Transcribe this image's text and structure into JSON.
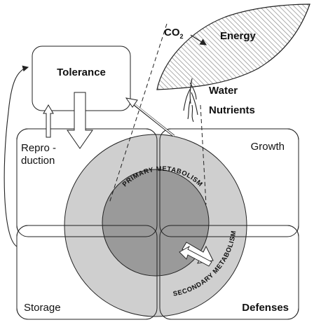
{
  "diagram": {
    "energy": "Energy",
    "co2": {
      "base": "CO",
      "sub": "2"
    },
    "water": "Water",
    "nutrients": "Nutrients",
    "tolerance": "Tolerance",
    "reproduction": {
      "line1": "Repro -",
      "line2": "duction"
    },
    "growth": "Growth",
    "storage": "Storage",
    "defenses": "Defenses",
    "primary_metabolism": "PRIMARY METABOLISM",
    "secondary_metabolism": "SECONDARY METABOLISM"
  },
  "colors": {
    "outer_circle": "#cfcfcf",
    "inner_circle": "#9a9a9a",
    "outline": "#222222",
    "leaf_hatch": "#8a8a8a"
  }
}
